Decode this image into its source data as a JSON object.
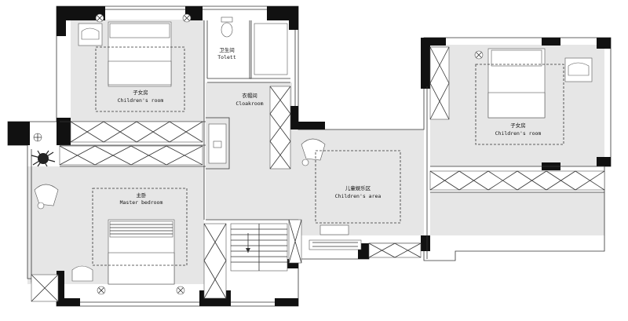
{
  "rooms": {
    "children_room_left": {
      "zh": "子女房",
      "en": "Children's room"
    },
    "toilet": {
      "zh": "卫生间",
      "en": "Tolett"
    },
    "cloakroom": {
      "zh": "衣帽间",
      "en": "Cloakroom"
    },
    "children_room_right": {
      "zh": "子女房",
      "en": "Children's room"
    },
    "master_bedroom": {
      "zh": "主卧",
      "en": "Master bedroom"
    },
    "children_area": {
      "zh": "儿童娱乐区",
      "en": "Children's area"
    }
  },
  "colors": {
    "floor": "#e6e6e6",
    "wall": "#111111",
    "line": "#333333"
  }
}
